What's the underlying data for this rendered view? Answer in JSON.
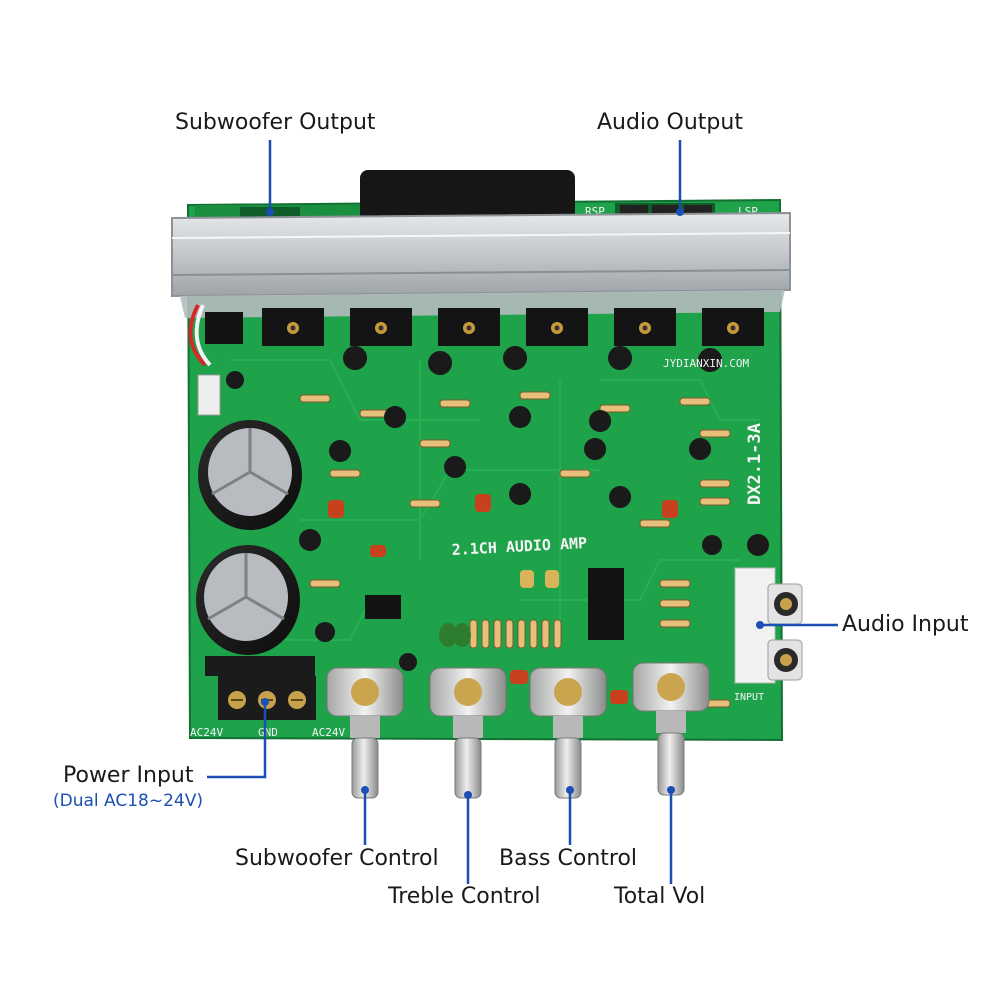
{
  "callouts": {
    "subwoofer_output": "Subwoofer Output",
    "audio_output": "Audio Output",
    "audio_input": "Audio Input",
    "power_input": "Power Input",
    "power_input_note": "(Dual AC18~24V)",
    "subwoofer_control": "Subwoofer Control",
    "treble_control": "Treble Control",
    "bass_control": "Bass Control",
    "total_vol": "Total Vol"
  },
  "board_silkscreen": {
    "model": "DX2.1-3A",
    "title": "2.1CH AUDIO AMP",
    "website": "JYDIANXIN.COM",
    "rsp": "RSP",
    "lsp": "LSP",
    "input": "INPUT",
    "ac24v_left": "AC24V",
    "gnd": "GND",
    "ac24v_right": "AC24V"
  },
  "colors": {
    "pcb": "#1ea24a",
    "pcb_dark": "#147a35",
    "heatsink": "#c9cdd1",
    "leader_line": "#1b4fb3",
    "callout_text": "#1a1a1a"
  }
}
